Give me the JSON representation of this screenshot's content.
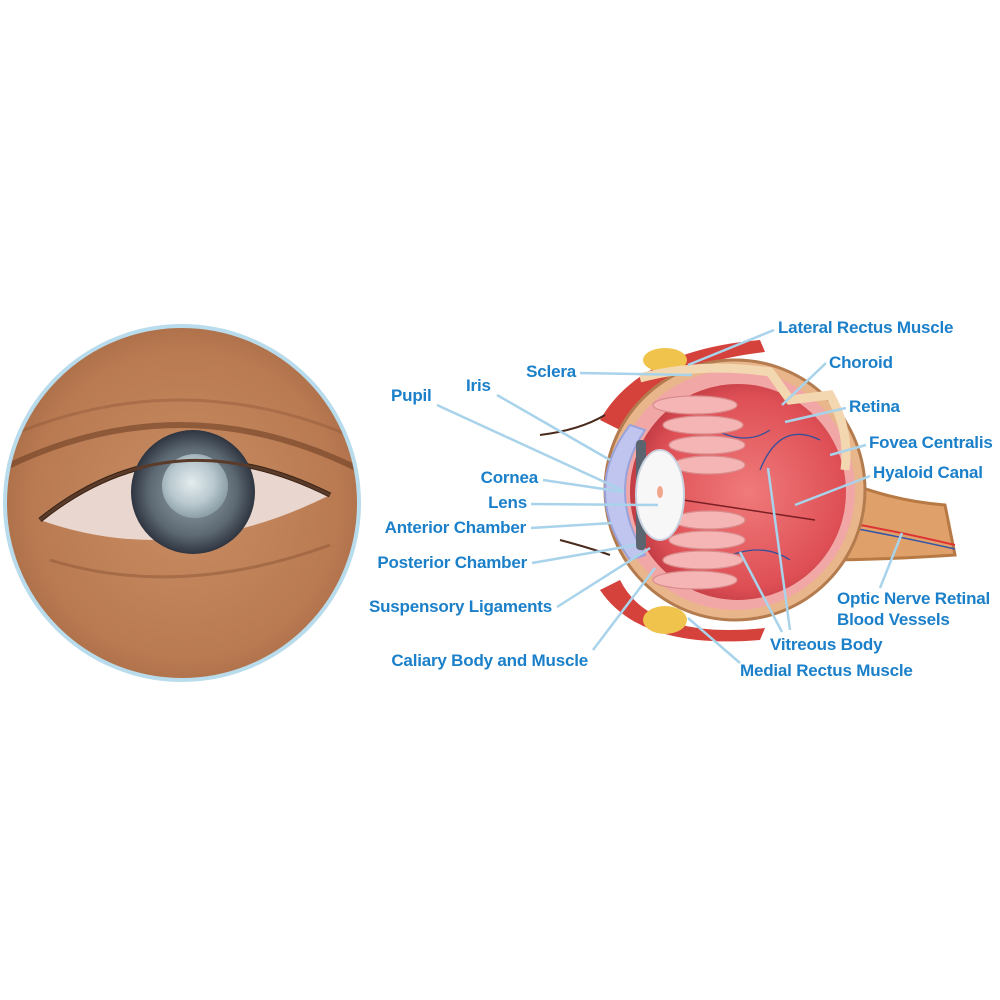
{
  "labels": {
    "lateral_rectus": "Lateral Rectus Muscle",
    "choroid": "Choroid",
    "retina": "Retina",
    "fovea": "Fovea Centralis",
    "hyaloid": "Hyaloid Canal",
    "optic_nerve_1": "Optic Nerve Retinal",
    "optic_nerve_2": "Blood Vessels",
    "vitreous": "Vitreous Body",
    "medial_rectus": "Medial Rectus Muscle",
    "sclera": "Sclera",
    "iris": "Iris",
    "pupil": "Pupil",
    "cornea": "Cornea",
    "lens": "Lens",
    "anterior_chamber": "Anterior Chamber",
    "posterior_chamber": "Posterior Chamber",
    "suspensory": "Suspensory Ligaments",
    "ciliary": "Caliary Body and Muscle"
  },
  "colors": {
    "label": "#1b80c9",
    "leader": "#a8d3ea",
    "photo_border": "#b9dced"
  }
}
